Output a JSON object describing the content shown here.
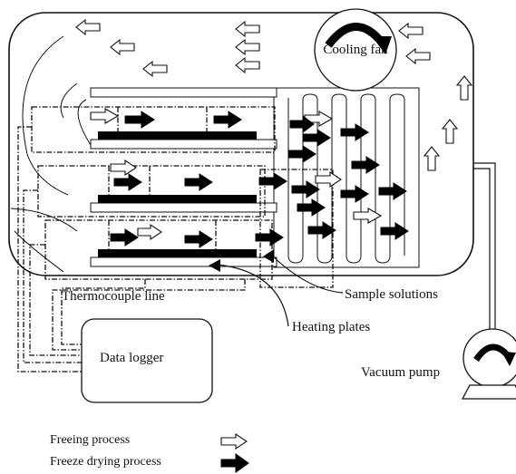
{
  "labels": {
    "cooling_fan": "Cooling fan",
    "thermocouple_line": "Thermocouple line",
    "sample_solutions": "Sample solutions",
    "heating_plates": "Heating plates",
    "data_logger": "Data logger",
    "vacuum_pump": "Vacuum pump"
  },
  "legend": {
    "freezing": "Freeing process",
    "freeze_drying": "Freeze drying process"
  },
  "colors": {
    "line": "#111111",
    "arrow_fill_filled": "#000000",
    "arrow_fill_hollow": "#ffffff",
    "background": "#ffffff"
  }
}
